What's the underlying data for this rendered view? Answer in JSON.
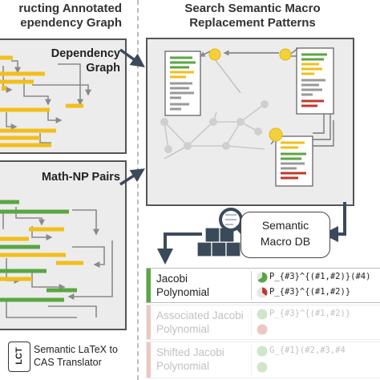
{
  "headers": {
    "left_line1": "ructing Annotated",
    "left_line2": "ependency Graph",
    "right_line1": "Search Semantic Macro",
    "right_line2": "Replacement Patterns"
  },
  "panels": {
    "dependency_graph_line1": "Dependency",
    "dependency_graph_line2": "Graph",
    "math_np_pairs": "Math-NP Pairs"
  },
  "macro_db": {
    "line1": "Semantic",
    "line2": "Macro DB"
  },
  "results": [
    {
      "name_line1": "Jacobi",
      "name_line2": "Polynomial",
      "code1": "P_{#3}^{(#1,#2)}(#4)",
      "code2": "P_{#3}^{(#1,#2)}",
      "faded": false
    },
    {
      "name_line1": "Associated Jacobi",
      "name_line2": "Polynomial",
      "code1": "P_{#3}^{(#1,#2)}",
      "code2": "",
      "faded": true
    },
    {
      "name_line1": "Shifted Jacobi",
      "name_line2": "Polynomial",
      "code1": "G_{#1}(#2,#3,#4",
      "code2": "",
      "faded": true
    }
  ],
  "lct": {
    "badge": "LCT",
    "line1": "Semantic LaTeX to",
    "line2": "CAS Translator"
  },
  "colors": {
    "accent_yellow": "#f2be1a",
    "accent_green": "#5aa642",
    "accent_red": "#c0392b",
    "arrow_dark": "#3b4a5a"
  }
}
